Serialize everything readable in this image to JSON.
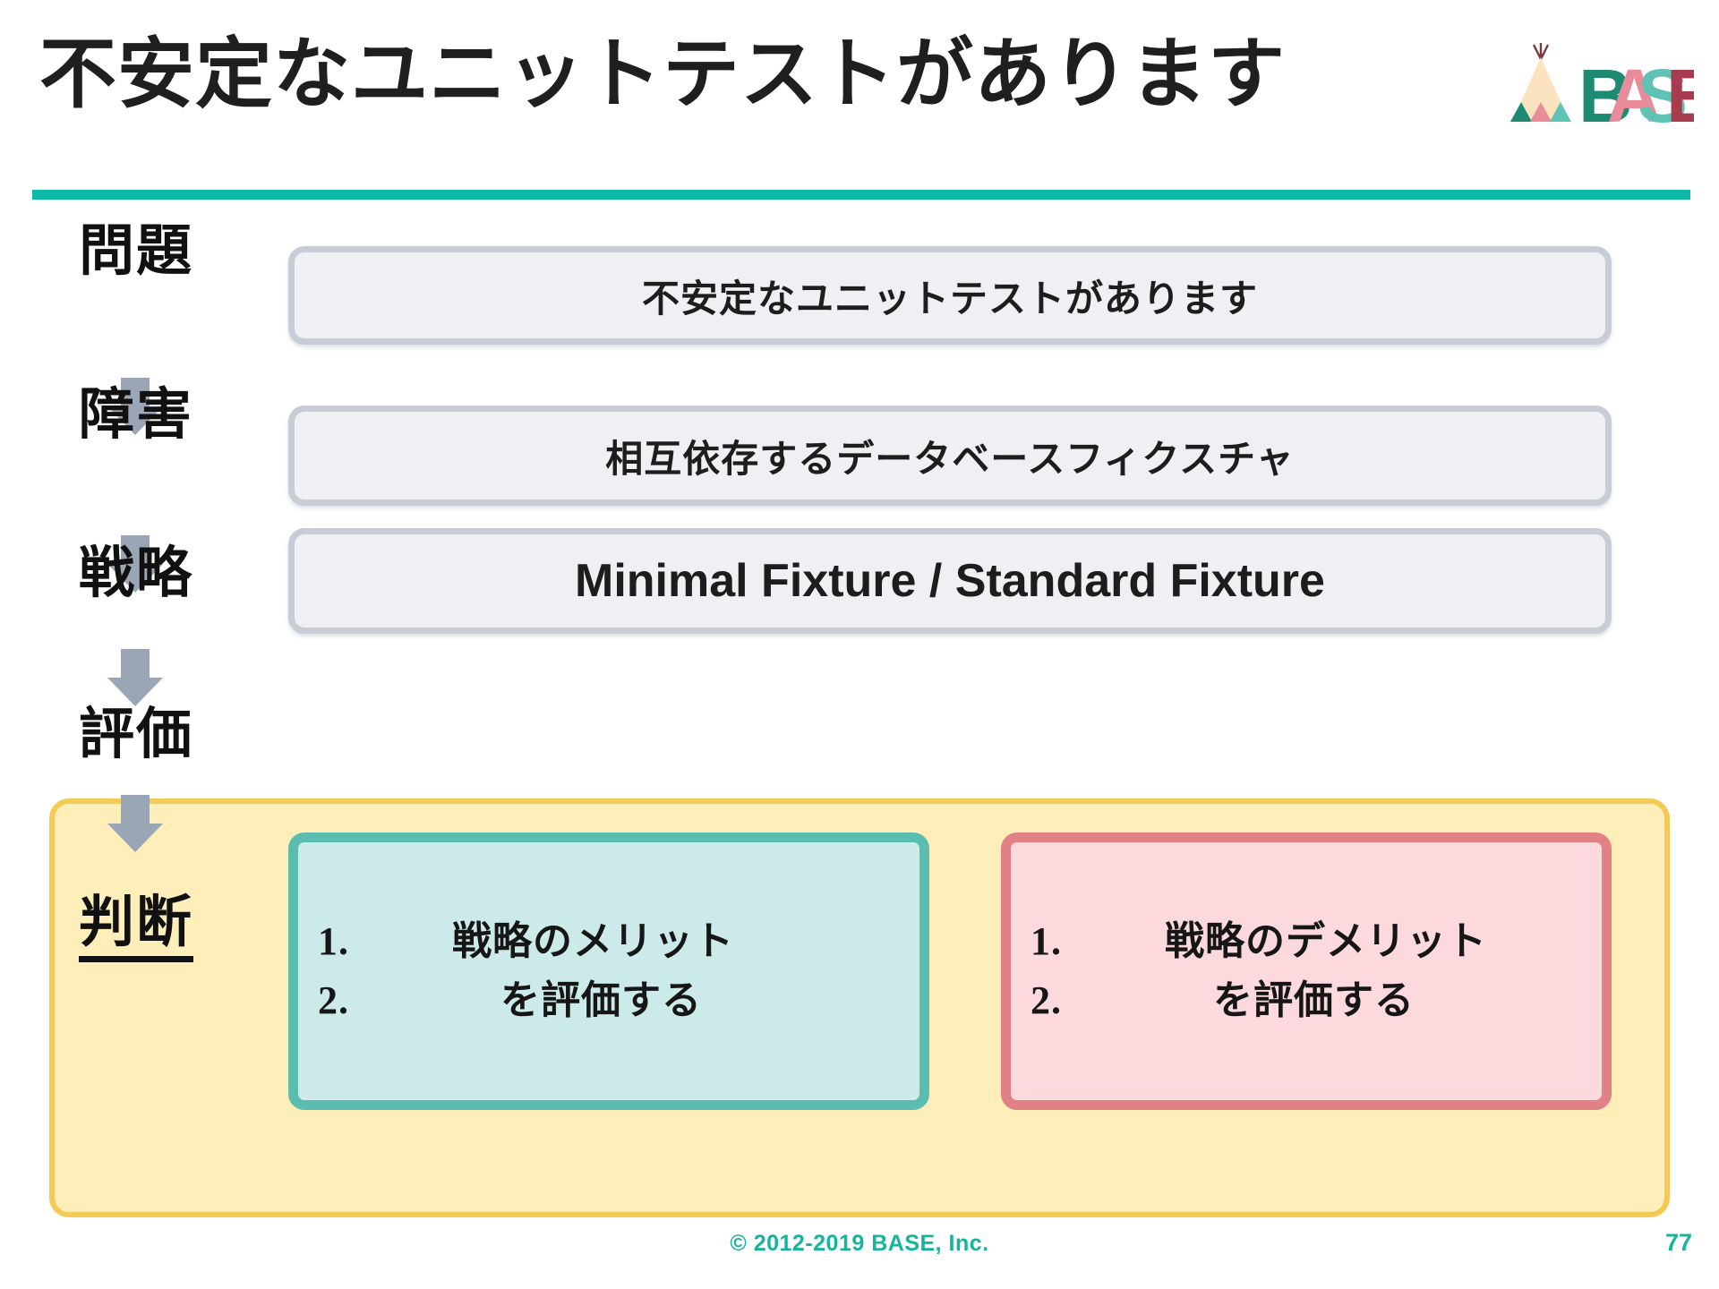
{
  "header": {
    "title": "不安定なユニットテストがあります",
    "logo": {
      "wordmark": "BASE",
      "letters": [
        {
          "char": "B",
          "color": "#1e8a72"
        },
        {
          "char": "A",
          "color": "#e98c9a"
        },
        {
          "char": "S",
          "color": "#5ec3b4"
        },
        {
          "char": "E",
          "color": "#a93b4e"
        }
      ],
      "tent_body_color": "#fbe3c0",
      "tent_triangles": [
        "#1e8a72",
        "#e98c9a",
        "#5ec3b4"
      ],
      "pole_color": "#7a3a3f"
    },
    "rule_color": "#0ebaa6"
  },
  "flow": {
    "arrow_color": "#9aa5b5",
    "rows": [
      {
        "label": "問題",
        "box_text": "不安定なユニットテストがあります",
        "latin": false
      },
      {
        "label": "障害",
        "box_text": "相互依存するデータベースフィクスチャ",
        "latin": false
      },
      {
        "label": "戦略",
        "box_text": "Minimal Fixture / Standard Fixture",
        "latin": true
      }
    ],
    "box_fill": "#eef0f4",
    "box_border": "#c7ccd7"
  },
  "highlight": {
    "fill": "#fdeeba",
    "border": "#f5ca54",
    "eval_label": "評価",
    "decision_label": "判断",
    "cards": [
      {
        "name": "merit",
        "fill": "#cdeaea",
        "border": "#5bbdb0",
        "lines": [
          {
            "num": "1.",
            "text": "戦略のメリット"
          },
          {
            "num": "2.",
            "text": "を評価する"
          }
        ]
      },
      {
        "name": "demerit",
        "fill": "#fbd9dd",
        "border": "#e08186",
        "lines": [
          {
            "num": "1.",
            "text": "戦略のデメリット"
          },
          {
            "num": "2.",
            "text": "を評価する"
          }
        ]
      }
    ]
  },
  "footer": {
    "copyright": "© 2012-2019 BASE, Inc.",
    "page_number": "77",
    "color": "#15b49c"
  }
}
